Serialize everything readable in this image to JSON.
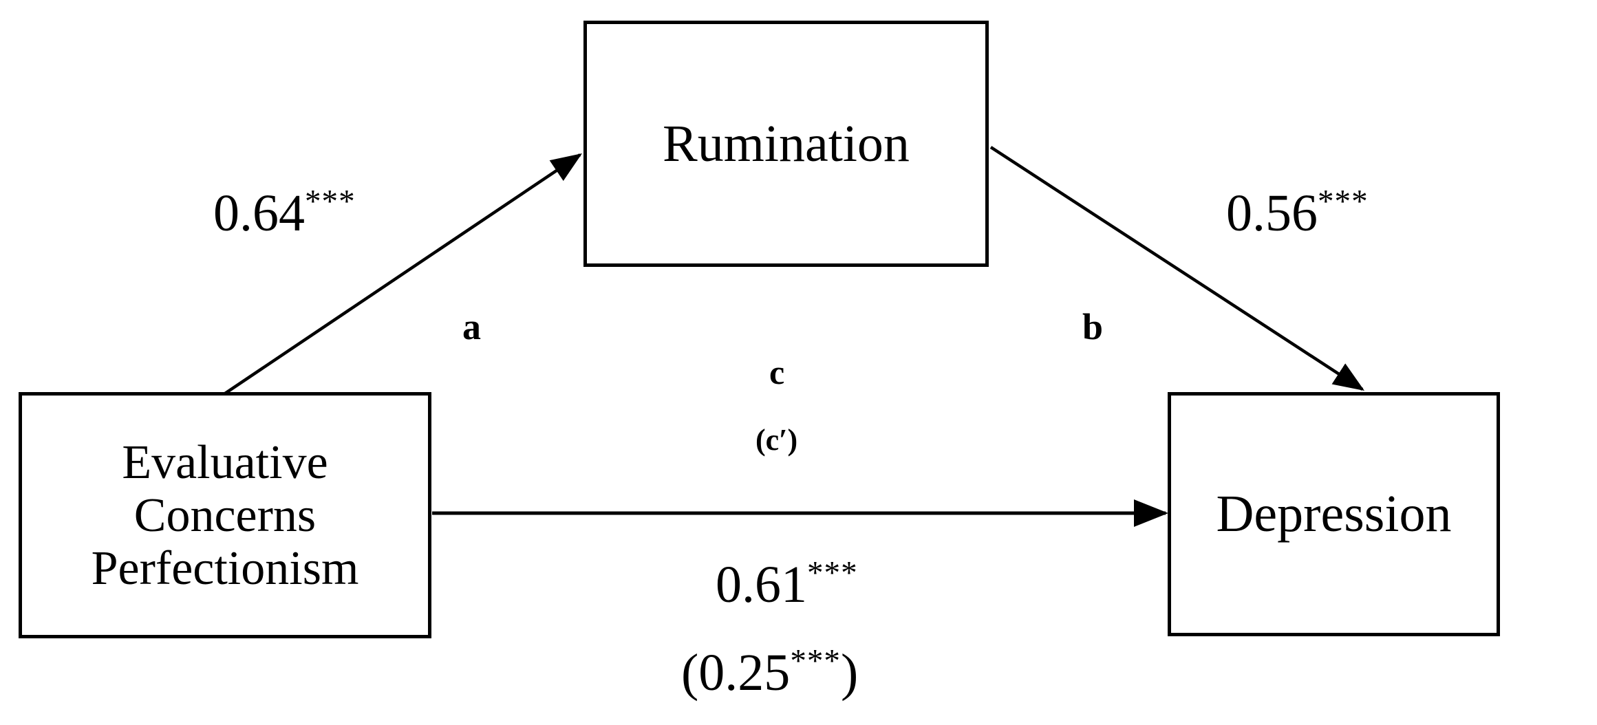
{
  "diagram": {
    "type": "mediation-model",
    "background_color": "#ffffff",
    "stroke_color": "#000000",
    "nodes": [
      {
        "id": "ecp",
        "label": "Evaluative\nConcerns\nPerfectionism",
        "role": "predictor"
      },
      {
        "id": "rumination",
        "label": "Rumination",
        "role": "mediator"
      },
      {
        "id": "depression",
        "label": "Depression",
        "role": "outcome"
      }
    ],
    "paths": [
      {
        "id": "a",
        "letter": "a",
        "from": "ecp",
        "to": "rumination",
        "coefficient": "0.64",
        "significance": "***"
      },
      {
        "id": "b",
        "letter": "b",
        "from": "rumination",
        "to": "depression",
        "coefficient": "0.56",
        "significance": "***"
      },
      {
        "id": "c",
        "letter": "c",
        "from": "ecp",
        "to": "depression",
        "coefficient": "0.61",
        "significance": "***"
      },
      {
        "id": "c-prime",
        "letter": "(c′)",
        "from": "ecp",
        "to": "depression",
        "coefficient": "(0.25",
        "significance": "***",
        "coefficient_close": ")"
      }
    ]
  }
}
